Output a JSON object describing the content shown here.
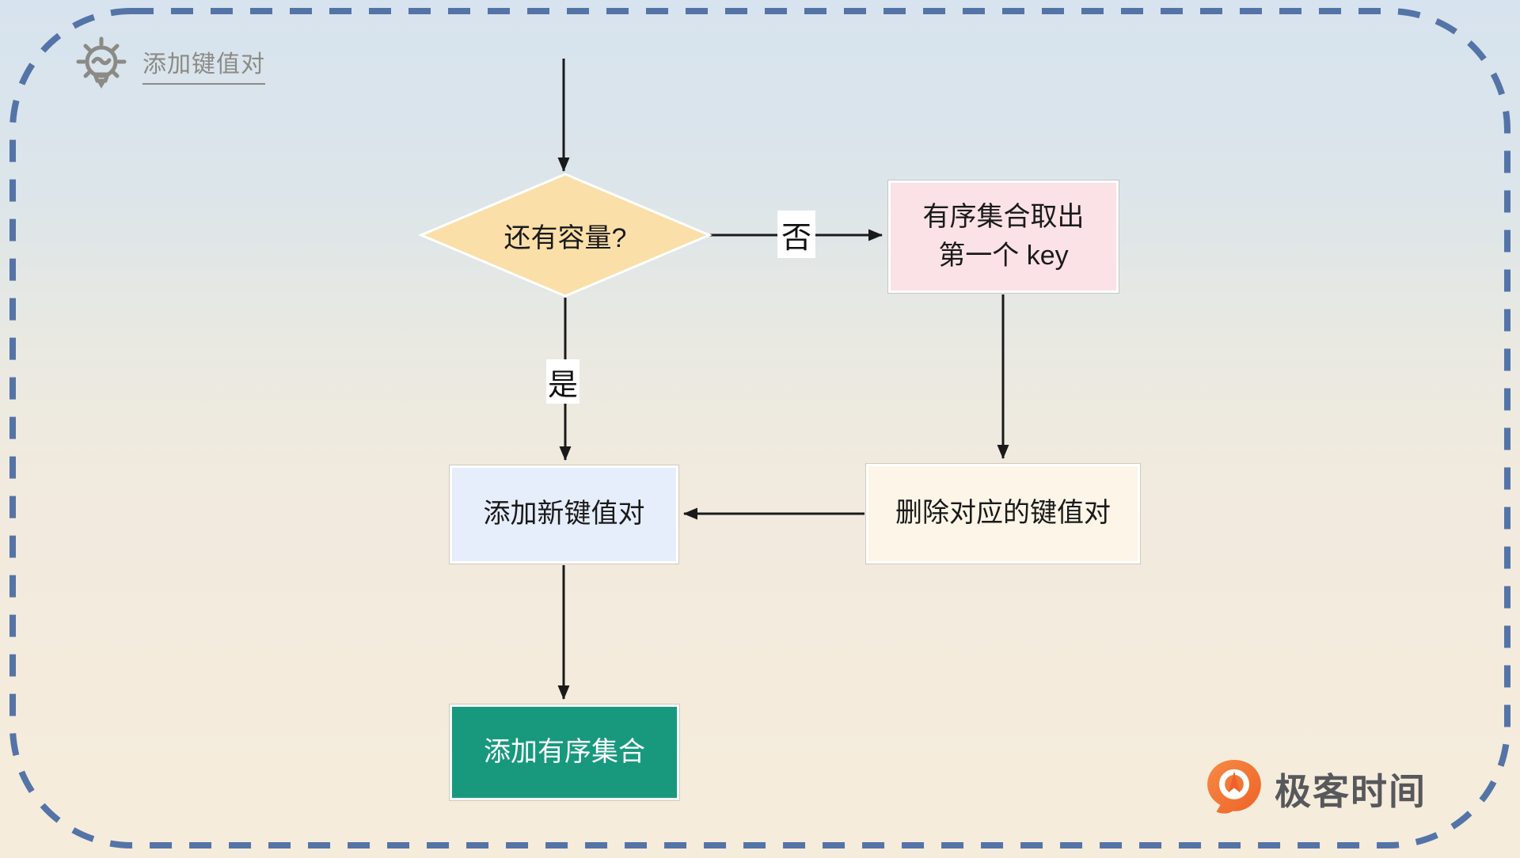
{
  "header": {
    "title": "添加键值对",
    "icon": "lightbulb-icon"
  },
  "flowchart": {
    "decision": "还有容量?",
    "edge_no": "否",
    "edge_yes": "是",
    "box_take_key_line1": "有序集合取出",
    "box_take_key_line2": "第一个 key",
    "box_delete": "删除对应的键值对",
    "box_add_new": "添加新键值对",
    "box_add_sorted_set": "添加有序集合"
  },
  "brand": {
    "name": "极客时间",
    "icon": "geektime-pin-logo"
  },
  "colors": {
    "border-dash": "#5474A7",
    "bg-top": "#D7E3EE",
    "bg-bottom": "#F6ECDB",
    "diamond-bg": "#FBDFA8",
    "pink-bg": "#FBE2E6",
    "cream-bg": "#FCF5E8",
    "blue-bg": "#E7EEFB",
    "green-bg": "#18997E",
    "arrow": "#1A1A1A",
    "title-gray": "#8B8B86",
    "brand-orange": "#EF6227",
    "brand-orange-light": "#F58B44",
    "brand-text": "#57585C"
  }
}
